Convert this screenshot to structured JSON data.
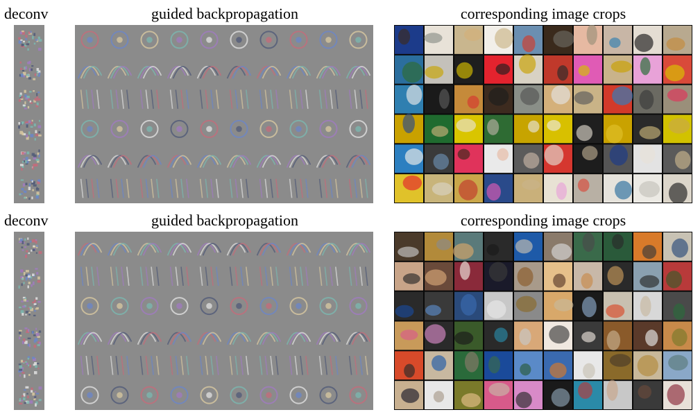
{
  "labels": {
    "deconv": "deconv",
    "guided": "guided backpropagation",
    "crops": "corresponding image crops"
  },
  "colors": {
    "background": "#ffffff",
    "panel_gray": "#8a8a8a",
    "crop_divider": "#0a0a0a"
  },
  "grids": {
    "guided_cols": 10,
    "guided_rows": 6,
    "crop_cols": 10,
    "crop_rows": 6,
    "deconv_rows": 6
  },
  "sections": [
    {
      "id": "top",
      "crop_palette": [
        [
          "#1c3b8a",
          "#e8e2d8",
          "#c9b68e",
          "#f2efe9",
          "#6b8fb1",
          "#3a2a1c",
          "#e6b9a2",
          "#c8b6a6",
          "#e4ddd3",
          "#b8a98f"
        ],
        [
          "#2b6e9e",
          "#c4c1ba",
          "#1e1e1e",
          "#e4232e",
          "#d8d2c4",
          "#c0392b",
          "#e05bb5",
          "#c9b38a",
          "#e8a2d8",
          "#d94a3a"
        ],
        [
          "#2f7fb0",
          "#1a1a1a",
          "#c58a3a",
          "#3d2b1f",
          "#8a8f88",
          "#d4b07a",
          "#c9b387",
          "#d23a2a",
          "#6b6a62",
          "#9a8f7a"
        ],
        [
          "#c9a100",
          "#1f6b2f",
          "#d9c500",
          "#2e6b33",
          "#c7a400",
          "#d8c000",
          "#1f1f1f",
          "#c9a200",
          "#2a2a2a",
          "#d2c200"
        ],
        [
          "#2c7fc0",
          "#3a3a3a",
          "#e0335b",
          "#eaeaea",
          "#5b5b5b",
          "#d5372f",
          "#1d1d1d",
          "#555555",
          "#e3e3e3",
          "#5a5a5a"
        ],
        [
          "#e0c22a",
          "#c8b47a",
          "#caa74a",
          "#2a4a8a",
          "#c9b07a",
          "#e8e2d4",
          "#b8b0a4",
          "#e6e3dc",
          "#eceae4",
          "#dcd6ca"
        ]
      ]
    },
    {
      "id": "bottom",
      "crop_palette": [
        [
          "#4a3a2a",
          "#b28a3a",
          "#5a7a7a",
          "#2a2a2a",
          "#1e5aa8",
          "#8a7a6a",
          "#3a6a4a",
          "#2a5a3a",
          "#d87a2a",
          "#c8c2b4"
        ],
        [
          "#c8a488",
          "#6a4a3a",
          "#8a2a3a",
          "#1a1a2a",
          "#a89a8a",
          "#e6c08a",
          "#c8b8a8",
          "#2a2a2a",
          "#8aa0b0",
          "#b83a3a"
        ],
        [
          "#2a2a2a",
          "#3a3a3a",
          "#2a4a7a",
          "#c8c8c8",
          "#8a8a8a",
          "#d8a86a",
          "#1a1a1a",
          "#c8c0b0",
          "#d8d8d8",
          "#4a4a4a"
        ],
        [
          "#c89a5a",
          "#2a2a2a",
          "#3a5a2a",
          "#2a2a2a",
          "#d8a878",
          "#f0e8e0",
          "#3a3a3a",
          "#8a5a2a",
          "#5a3a2a",
          "#c88a4a"
        ],
        [
          "#d84a2a",
          "#c8b8a0",
          "#2a6a3a",
          "#1a4a9a",
          "#5a8ac8",
          "#3a6ab0",
          "#e8e8e8",
          "#8a6a2a",
          "#c8b89a",
          "#8aa8c8"
        ],
        [
          "#c8b090",
          "#e8e8e8",
          "#7a7a2a",
          "#d85a8a",
          "#d88ac8",
          "#1a1a1a",
          "#2a8aa8",
          "#c8c8c8",
          "#3a3a3a",
          "#e8e0d8"
        ]
      ]
    }
  ]
}
